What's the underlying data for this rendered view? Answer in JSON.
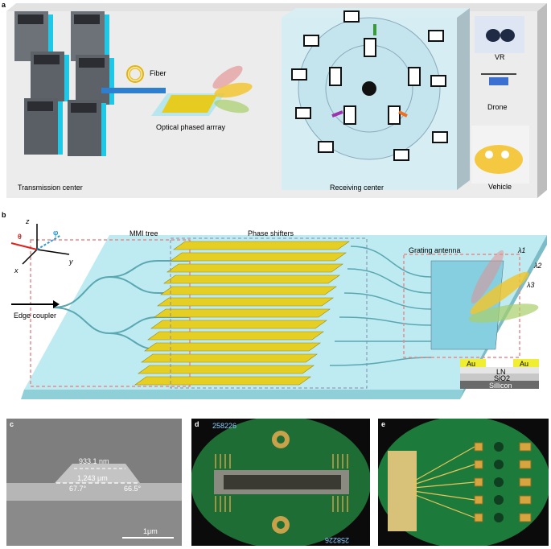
{
  "panel_a": {
    "letter": "a",
    "fiber_label": "Fiber",
    "opa_label": "Optical phased arrray",
    "transmission_label": "Transmission center",
    "receiving_label": "Receiving center",
    "vr_label": "VR",
    "drone_label": "Drone",
    "vehicle_label": "Vehicle"
  },
  "panel_b": {
    "letter": "b",
    "axes": {
      "z": "z",
      "y": "y",
      "x": "x",
      "theta": "θ",
      "phi": "φ"
    },
    "mmi_label": "MMI tree",
    "phase_label": "Phase shifters",
    "grating_label": "Grating antenna",
    "edge_label": "Edge coupler",
    "lambda1": "λ1",
    "lambda2": "λ2",
    "lambda3": "λ3",
    "layers": {
      "au_left": "Au",
      "au_right": "Au",
      "ln": "LN",
      "sio2": "SiO2",
      "silicon": "Sillicon"
    }
  },
  "panel_c": {
    "letter": "c",
    "top_width": "933.1 nm",
    "bottom_width": "1,243 μm",
    "left_angle": "67.7°",
    "right_angle": "66.5°",
    "scale_bar": "1μm"
  },
  "panel_d": {
    "letter": "d",
    "id_top": "258226",
    "id_bottom": "258226"
  },
  "panel_e": {
    "letter": "e"
  }
}
